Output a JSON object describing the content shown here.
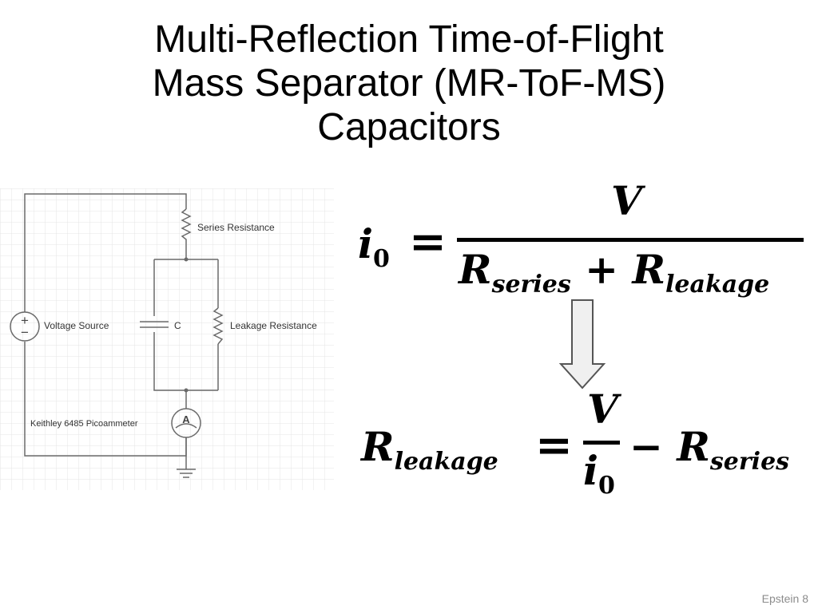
{
  "title": {
    "line1": "Multi-Reflection Time-of-Flight",
    "line2": "Mass Separator (MR-ToF-MS)",
    "line3": "Capacitors"
  },
  "circuit": {
    "series_resistance": "Series Resistance",
    "voltage_source": "Voltage Source",
    "capacitor": "C",
    "leakage_resistance": "Leakage Resistance",
    "picoammeter": "Keithley 6485 Picoammeter",
    "ammeter_symbol": "A",
    "plus": "+",
    "minus": "−"
  },
  "equation1": {
    "lhs_var": "i",
    "lhs_sub": "0",
    "equals": "=",
    "numerator": "V",
    "den_var1": "R",
    "den_sub1": "series",
    "plus": "+",
    "den_var2": "R",
    "den_sub2": "leakage"
  },
  "equation2": {
    "lhs_var": "R",
    "lhs_sub": "leakage",
    "equals": "=",
    "numerator": "V",
    "den_var": "i",
    "den_sub": "0",
    "minus": "−",
    "rhs_var": "R",
    "rhs_sub": "series"
  },
  "footer": "Epstein 8",
  "colors": {
    "grid": "#e4e4e4",
    "wire": "#6a6a6a",
    "arrow_fill": "#f0f0f0"
  }
}
